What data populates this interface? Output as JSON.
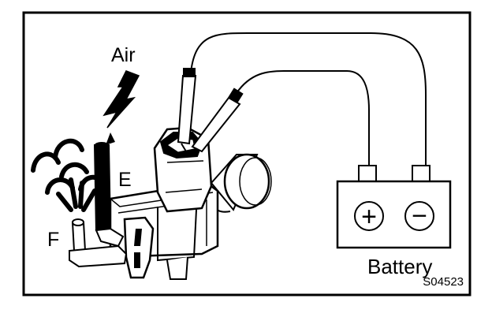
{
  "labels": {
    "air": "Air",
    "exhaust_port": "E",
    "filter_port": "F",
    "battery": "Battery",
    "figure_code": "S04523"
  },
  "battery": {
    "positive_symbol": "+",
    "negative_symbol": "−"
  },
  "colors": {
    "ink": "#000000",
    "paper": "#ffffff"
  }
}
